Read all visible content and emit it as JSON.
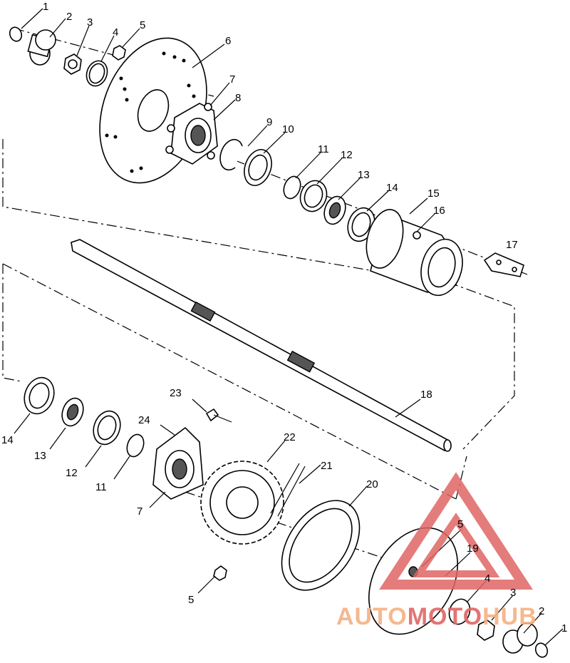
{
  "callouts": {
    "c1_top": "1",
    "c2_top": "2",
    "c3_top": "3",
    "c4_top": "4",
    "c5_top": "5",
    "c6": "6",
    "c7_top": "7",
    "c8": "8",
    "c9": "9",
    "c10": "10",
    "c11_top": "11",
    "c12_top": "12",
    "c13_top": "13",
    "c14_top": "14",
    "c15": "15",
    "c16": "16",
    "c17": "17",
    "c18": "18",
    "c14_bot": "14",
    "c13_bot": "13",
    "c12_bot": "12",
    "c11_bot": "11",
    "c23": "23",
    "c24": "24",
    "c7_bot": "7",
    "c22": "22",
    "c21": "21",
    "c20": "20",
    "c5_mid": "5",
    "c19": "19",
    "c4_bot": "4",
    "c3_bot": "3",
    "c2_bot": "2",
    "c1_bot": "1",
    "c5_bot": "5"
  },
  "watermark": {
    "part_a": "AUTO",
    "part_b": "MOTO",
    "part_c": "HUB",
    "color_a": "#f4b183",
    "color_b": "#e06666",
    "color_c": "#f4b183"
  }
}
